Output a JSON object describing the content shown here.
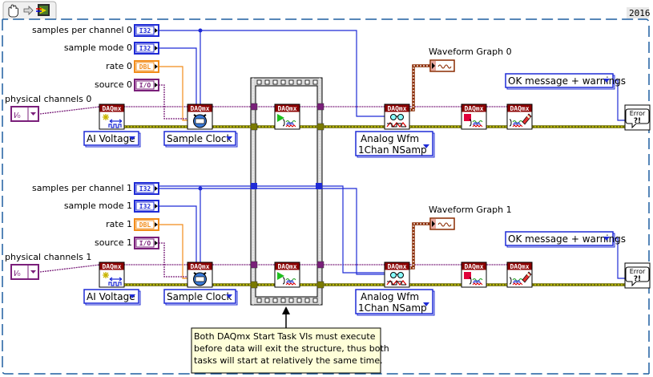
{
  "toolbar": {
    "tools": [
      {
        "icon": "hand-icon"
      },
      {
        "icon": "arrow-icon"
      },
      {
        "icon": "probe-icon"
      }
    ],
    "version": "2016"
  },
  "colors": {
    "i32": "#1f2bd6",
    "dbl": "#f28c1a",
    "io": "#7a1f7a",
    "error_wire": "#c7c700",
    "waveform": "#8a2a00",
    "frame": "#1f5fa0",
    "daqmx_header": "#8c0000",
    "note_bg": "#ffffd9"
  },
  "tasks": [
    {
      "controls": {
        "samples_per_channel": {
          "label": "samples per channel 0",
          "type": "I32"
        },
        "sample_mode": {
          "label": "sample mode 0",
          "type": "I32"
        },
        "rate": {
          "label": "rate 0",
          "type": "DBL"
        },
        "source": {
          "label": "source 0",
          "type": "I/O"
        },
        "physical_channels": {
          "label": "physical channels 0",
          "type": "I/O"
        }
      },
      "create_channel_ring": "AI Voltage",
      "timing_ring": "Sample Clock",
      "read_ring": [
        "Analog Wfm",
        "1Chan NSamp"
      ],
      "graph_label": "Waveform Graph 0",
      "error_ring": "OK message + warnings",
      "error_icon": "Error ?!"
    },
    {
      "controls": {
        "samples_per_channel": {
          "label": "samples per channel 1",
          "type": "I32"
        },
        "sample_mode": {
          "label": "sample mode 1",
          "type": "I32"
        },
        "rate": {
          "label": "rate 1",
          "type": "DBL"
        },
        "source": {
          "label": "source 1",
          "type": "I/O"
        },
        "physical_channels": {
          "label": "physical channels 1",
          "type": "I/O"
        }
      },
      "create_channel_ring": "AI Voltage",
      "timing_ring": "Sample Clock",
      "read_ring": [
        "Analog Wfm",
        "1Chan NSamp"
      ],
      "graph_label": "Waveform Graph 1",
      "error_ring": "OK message + warnings",
      "error_icon": "Error ?!"
    }
  ],
  "daqmx_header": "DAQmx",
  "comment": [
    "Both DAQmx Start Task VIs must execute",
    "before data will exit the structure, thus both",
    "tasks will start at relatively the same time."
  ]
}
